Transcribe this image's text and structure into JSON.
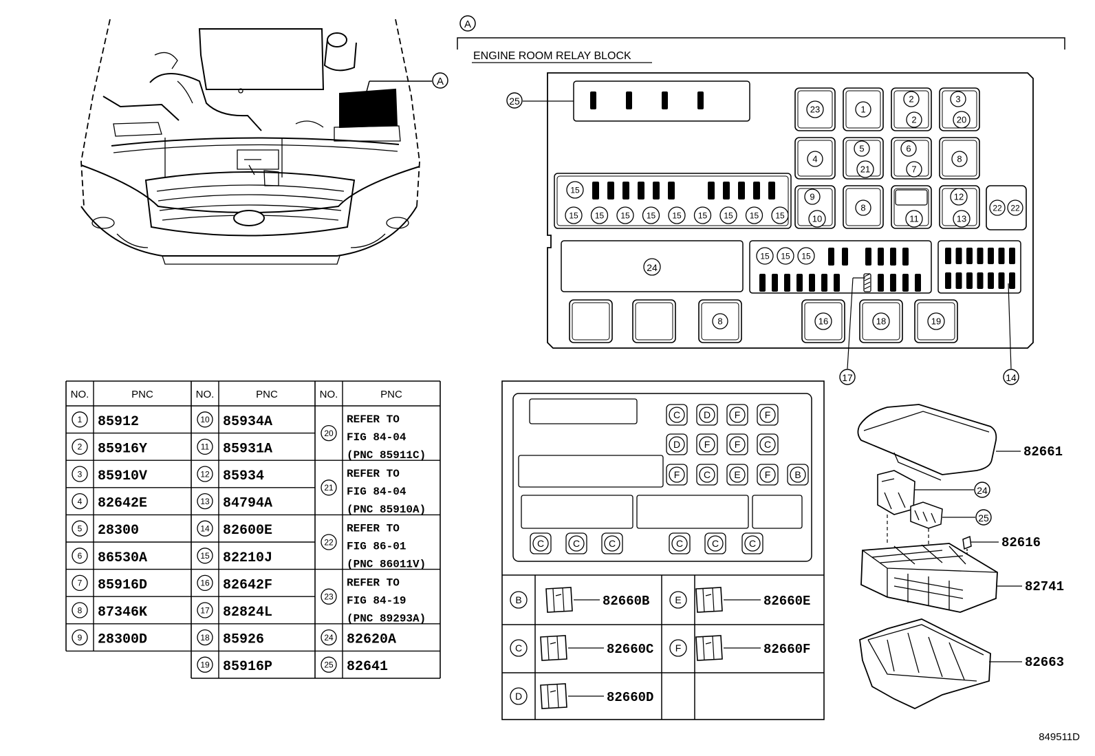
{
  "callout_letter": "A",
  "block_title": "ENGINE ROOM RELAY BLOCK",
  "diagram_code": "849511D",
  "table": {
    "headers": [
      {
        "no": "NO.",
        "pnc": "PNC"
      },
      {
        "no": "NO.",
        "pnc": "PNC"
      },
      {
        "no": "NO.",
        "pnc": "PNC"
      }
    ],
    "col1": [
      {
        "no": "1",
        "pnc": "85912"
      },
      {
        "no": "2",
        "pnc": "85916Y"
      },
      {
        "no": "3",
        "pnc": "85910V"
      },
      {
        "no": "4",
        "pnc": "82642E"
      },
      {
        "no": "5",
        "pnc": "28300"
      },
      {
        "no": "6",
        "pnc": "86530A"
      },
      {
        "no": "7",
        "pnc": "85916D"
      },
      {
        "no": "8",
        "pnc": "87346K"
      },
      {
        "no": "9",
        "pnc": "28300D"
      }
    ],
    "col2": [
      {
        "no": "10",
        "pnc": "85934A"
      },
      {
        "no": "11",
        "pnc": "85931A"
      },
      {
        "no": "12",
        "pnc": "85934"
      },
      {
        "no": "13",
        "pnc": "84794A"
      },
      {
        "no": "14",
        "pnc": "82600E"
      },
      {
        "no": "15",
        "pnc": "82210J"
      },
      {
        "no": "16",
        "pnc": "82642F"
      },
      {
        "no": "17",
        "pnc": "82824L"
      },
      {
        "no": "18",
        "pnc": "85926"
      },
      {
        "no": "19",
        "pnc": "85916P"
      }
    ],
    "col3": [
      {
        "no": "20",
        "lines": [
          "REFER TO",
          "FIG 84-04",
          "(PNC 85911C)"
        ]
      },
      {
        "no": "21",
        "lines": [
          "REFER TO",
          "FIG 84-04",
          "(PNC 85910A)"
        ]
      },
      {
        "no": "22",
        "lines": [
          "REFER TO",
          "FIG 86-01",
          "(PNC 86011V)"
        ]
      },
      {
        "no": "23",
        "lines": [
          "REFER TO",
          "FIG 84-19",
          "(PNC 89293A)"
        ]
      },
      {
        "no": "24",
        "pnc": "82620A"
      },
      {
        "no": "25",
        "pnc": "82641"
      }
    ]
  },
  "connector_grid": {
    "row1": [
      "C",
      "D",
      "F",
      "F"
    ],
    "row2": [
      "D",
      "F",
      "F",
      "C"
    ],
    "row3": [
      "F",
      "C",
      "E",
      "F",
      "B"
    ],
    "bottom": [
      "C",
      "C",
      "C",
      "C",
      "C",
      "C"
    ]
  },
  "connectors": [
    {
      "letter": "B",
      "pnc": "82660B"
    },
    {
      "letter": "E",
      "pnc": "82660E"
    },
    {
      "letter": "C",
      "pnc": "82660C"
    },
    {
      "letter": "F",
      "pnc": "82660F"
    },
    {
      "letter": "D",
      "pnc": "82660D"
    }
  ],
  "exploded_parts": {
    "cover": "82661",
    "part24": "24",
    "part25": "25",
    "bolt": "82616",
    "block": "82741",
    "lower": "82663"
  },
  "relay_block_labels": {
    "top_row": [
      "23",
      "1",
      "2",
      "2",
      "3",
      "20"
    ],
    "row2": [
      "4",
      "5",
      "21",
      "6",
      "7",
      "8"
    ],
    "row3": [
      "9",
      "10",
      "8",
      "11",
      "12",
      "13",
      "22",
      "22"
    ],
    "fuse15_top": "15",
    "fuse15_row": [
      "15",
      "15",
      "15",
      "15",
      "15",
      "15",
      "15",
      "15",
      "15"
    ],
    "fuse15_mid": [
      "15",
      "15",
      "15"
    ],
    "big_slot": "24",
    "bottom_row": [
      "8",
      "16",
      "18",
      "19"
    ],
    "leader25": "25",
    "leader17": "17",
    "leader14": "14"
  }
}
